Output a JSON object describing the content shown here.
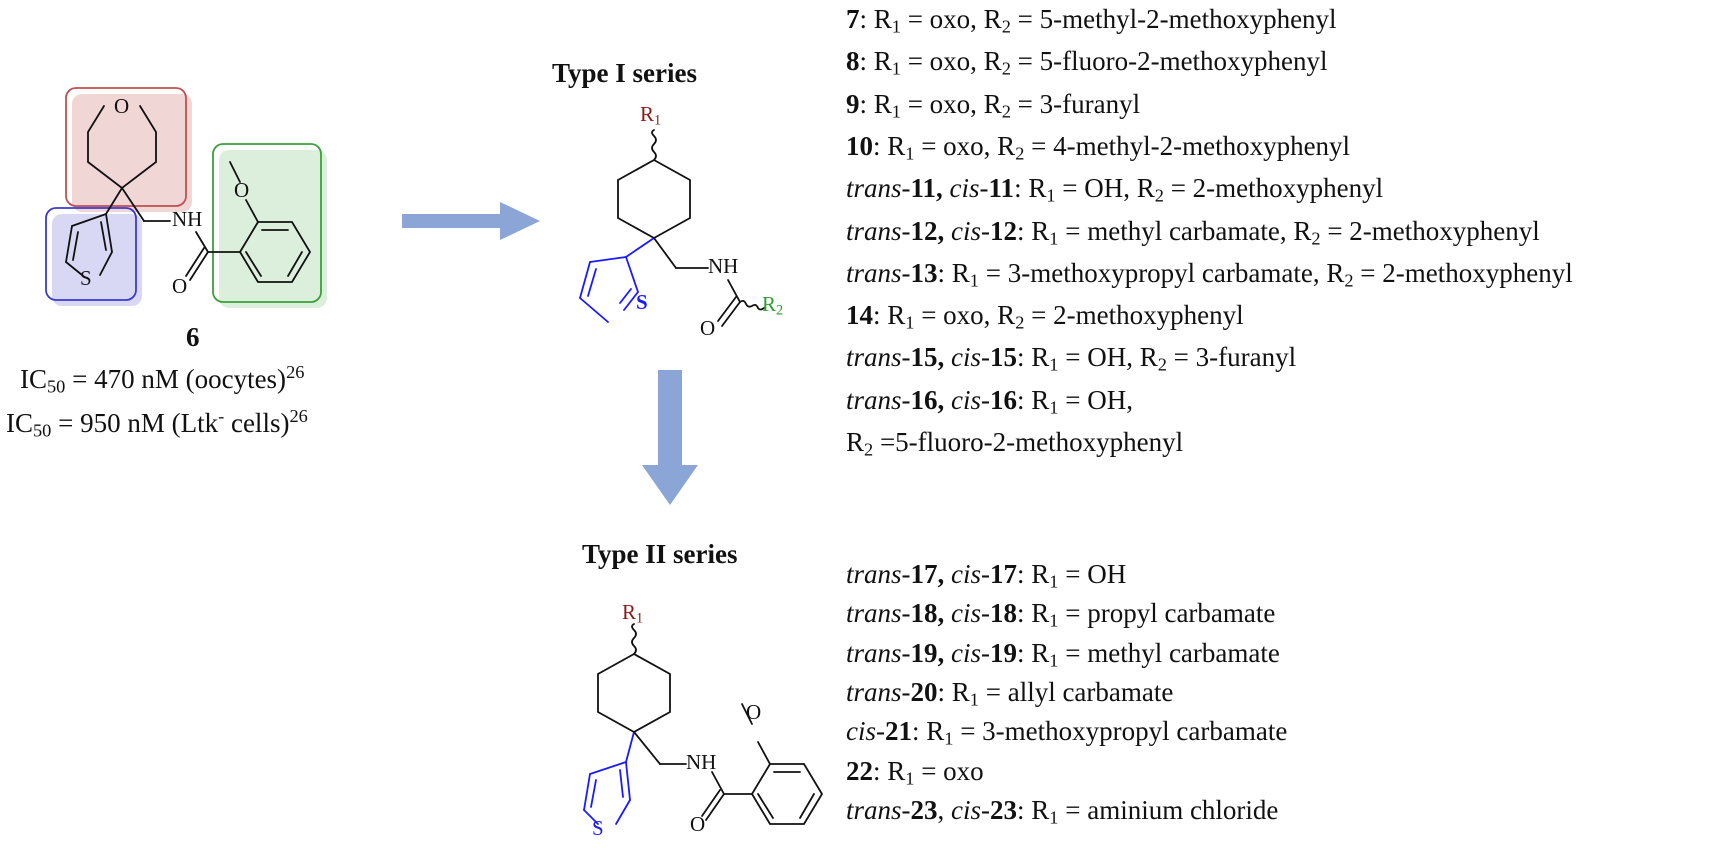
{
  "compound6": {
    "label": "6",
    "ic50_1": {
      "prefix": "IC",
      "sub": "50",
      "value": " = 470 nM (oocytes)",
      "ref": "26"
    },
    "ic50_2": {
      "prefix": "IC",
      "sub": "50",
      "value": " = 950 nM (Ltk",
      "sup": "-",
      "tail": " cells)",
      "ref": "26"
    },
    "atoms": {
      "O": "O",
      "S": "S",
      "NH": "NH",
      "O_carbonyl": "O",
      "O_methoxy": "O"
    }
  },
  "type1": {
    "heading": "Type I series",
    "atoms": {
      "R1_base": "R",
      "R1_sub": "1",
      "S": "S",
      "NH": "NH",
      "O": "O",
      "R2_base": "R",
      "R2_sub": "2"
    },
    "list": [
      {
        "id": "l1",
        "parts": [
          {
            "t": "7",
            "b": true
          },
          {
            "t": ": R"
          },
          {
            "t": "1",
            "sub": true
          },
          {
            "t": " = oxo, R"
          },
          {
            "t": "2",
            "sub": true
          },
          {
            "t": " = 5-methyl-2-methoxyphenyl"
          }
        ]
      },
      {
        "id": "l2",
        "parts": [
          {
            "t": "8",
            "b": true
          },
          {
            "t": ": R"
          },
          {
            "t": "1",
            "sub": true
          },
          {
            "t": " = oxo, R"
          },
          {
            "t": "2",
            "sub": true
          },
          {
            "t": " = 5-fluoro-2-methoxyphenyl"
          }
        ]
      },
      {
        "id": "l3",
        "parts": [
          {
            "t": "9",
            "b": true
          },
          {
            "t": ": R"
          },
          {
            "t": "1",
            "sub": true
          },
          {
            "t": " = oxo, R"
          },
          {
            "t": "2",
            "sub": true
          },
          {
            "t": " = 3-furanyl"
          }
        ]
      },
      {
        "id": "l4",
        "parts": [
          {
            "t": "10",
            "b": true
          },
          {
            "t": ": R"
          },
          {
            "t": "1",
            "sub": true
          },
          {
            "t": " = oxo, R"
          },
          {
            "t": "2",
            "sub": true
          },
          {
            "t": " = 4-methyl-2-methoxyphenyl"
          }
        ]
      },
      {
        "id": "l5",
        "parts": [
          {
            "t": "trans",
            "i": true
          },
          {
            "t": "-"
          },
          {
            "t": "11",
            "b": true
          },
          {
            "t": ", ",
            "b": true
          },
          {
            "t": "cis",
            "i": true
          },
          {
            "t": "-"
          },
          {
            "t": "11",
            "b": true
          },
          {
            "t": ": R"
          },
          {
            "t": "1",
            "sub": true
          },
          {
            "t": " = OH, R"
          },
          {
            "t": "2",
            "sub": true
          },
          {
            "t": " = 2-methoxyphenyl"
          }
        ]
      },
      {
        "id": "l6",
        "parts": [
          {
            "t": "trans",
            "i": true
          },
          {
            "t": "-"
          },
          {
            "t": "12",
            "b": true
          },
          {
            "t": ", ",
            "b": true
          },
          {
            "t": "cis",
            "i": true
          },
          {
            "t": "-"
          },
          {
            "t": "12",
            "b": true
          },
          {
            "t": ": R"
          },
          {
            "t": "1",
            "sub": true
          },
          {
            "t": " = methyl carbamate, R"
          },
          {
            "t": "2",
            "sub": true
          },
          {
            "t": " = 2-methoxyphenyl"
          }
        ]
      },
      {
        "id": "l7",
        "parts": [
          {
            "t": "trans",
            "i": true
          },
          {
            "t": "-"
          },
          {
            "t": "13",
            "b": true
          },
          {
            "t": ": R"
          },
          {
            "t": "1",
            "sub": true
          },
          {
            "t": " = 3-methoxypropyl carbamate, R"
          },
          {
            "t": "2",
            "sub": true
          },
          {
            "t": " = 2-methoxyphenyl"
          }
        ]
      },
      {
        "id": "l8",
        "parts": [
          {
            "t": "14",
            "b": true
          },
          {
            "t": ": R"
          },
          {
            "t": "1",
            "sub": true
          },
          {
            "t": " = oxo, R"
          },
          {
            "t": "2",
            "sub": true
          },
          {
            "t": " = 2-methoxyphenyl"
          }
        ]
      },
      {
        "id": "l9",
        "parts": [
          {
            "t": "trans",
            "i": true
          },
          {
            "t": "-"
          },
          {
            "t": "15",
            "b": true
          },
          {
            "t": ", ",
            "b": true
          },
          {
            "t": "cis",
            "i": true
          },
          {
            "t": "-"
          },
          {
            "t": "15",
            "b": true
          },
          {
            "t": ": R"
          },
          {
            "t": "1",
            "sub": true
          },
          {
            "t": " = OH, R"
          },
          {
            "t": "2",
            "sub": true
          },
          {
            "t": " = 3-furanyl"
          }
        ]
      },
      {
        "id": "l10",
        "parts": [
          {
            "t": "trans",
            "i": true
          },
          {
            "t": "-"
          },
          {
            "t": "16",
            "b": true
          },
          {
            "t": ", ",
            "b": true
          },
          {
            "t": "cis",
            "i": true
          },
          {
            "t": "-"
          },
          {
            "t": "16",
            "b": true
          },
          {
            "t": ": R"
          },
          {
            "t": "1",
            "sub": true
          },
          {
            "t": " = OH,"
          }
        ]
      },
      {
        "id": "l11",
        "parts": [
          {
            "t": "R"
          },
          {
            "t": "2",
            "sub": true
          },
          {
            "t": " =5-fluoro-2-methoxyphenyl"
          }
        ]
      }
    ]
  },
  "type2": {
    "heading": "Type II series",
    "atoms": {
      "R1_base": "R",
      "R1_sub": "1",
      "S": "S",
      "NH": "NH",
      "O_carbonyl": "O",
      "O_methoxy": "O"
    },
    "list": [
      {
        "id": "m1",
        "parts": [
          {
            "t": "trans",
            "i": true
          },
          {
            "t": "-"
          },
          {
            "t": "17",
            "b": true
          },
          {
            "t": ", ",
            "b": true
          },
          {
            "t": "cis",
            "i": true
          },
          {
            "t": "-"
          },
          {
            "t": "17",
            "b": true
          },
          {
            "t": ": R"
          },
          {
            "t": "1",
            "sub": true
          },
          {
            "t": " = OH"
          }
        ]
      },
      {
        "id": "m2",
        "parts": [
          {
            "t": "trans",
            "i": true
          },
          {
            "t": "-"
          },
          {
            "t": "18",
            "b": true
          },
          {
            "t": ", ",
            "b": true
          },
          {
            "t": "cis",
            "i": true
          },
          {
            "t": "-"
          },
          {
            "t": "18",
            "b": true
          },
          {
            "t": ": R"
          },
          {
            "t": "1",
            "sub": true
          },
          {
            "t": " = propyl carbamate"
          }
        ]
      },
      {
        "id": "m3",
        "parts": [
          {
            "t": "trans",
            "i": true
          },
          {
            "t": "-"
          },
          {
            "t": "19",
            "b": true
          },
          {
            "t": ", ",
            "b": true
          },
          {
            "t": "cis",
            "i": true
          },
          {
            "t": "-"
          },
          {
            "t": "19",
            "b": true
          },
          {
            "t": ": R"
          },
          {
            "t": "1",
            "sub": true
          },
          {
            "t": " = methyl carbamate"
          }
        ]
      },
      {
        "id": "m4",
        "parts": [
          {
            "t": "trans",
            "i": true
          },
          {
            "t": "-"
          },
          {
            "t": "20",
            "b": true
          },
          {
            "t": ": R"
          },
          {
            "t": "1",
            "sub": true
          },
          {
            "t": " = allyl carbamate"
          }
        ]
      },
      {
        "id": "m5",
        "parts": [
          {
            "t": "cis",
            "i": true
          },
          {
            "t": "-"
          },
          {
            "t": "21",
            "b": true
          },
          {
            "t": ": R"
          },
          {
            "t": "1",
            "sub": true
          },
          {
            "t": " = 3-methoxypropyl carbamate"
          }
        ]
      },
      {
        "id": "m6",
        "parts": [
          {
            "t": "22",
            "b": true
          },
          {
            "t": ": R"
          },
          {
            "t": "1",
            "sub": true
          },
          {
            "t": " = oxo"
          }
        ]
      },
      {
        "id": "m7",
        "parts": [
          {
            "t": "trans",
            "i": true
          },
          {
            "t": "-"
          },
          {
            "t": "23",
            "b": true
          },
          {
            "t": ", "
          },
          {
            "t": "cis",
            "i": true
          },
          {
            "t": "-"
          },
          {
            "t": "23",
            "b": true
          },
          {
            "t": ": R"
          },
          {
            "t": "1",
            "sub": true
          },
          {
            "t": " = aminium chloride"
          }
        ]
      }
    ]
  },
  "colors": {
    "highlight_red": "#c05050",
    "highlight_red_fill": "#f4dede",
    "highlight_blue": "#3a3ad0",
    "highlight_blue_fill": "#e0e0f6",
    "highlight_green": "#3aa03a",
    "highlight_green_fill": "#e2f1e2",
    "arrow": "#8aa5d6",
    "r1_label": "#8b1a1a",
    "thiophene": "#1a1aff",
    "r2_label": "#2e9e2e"
  }
}
